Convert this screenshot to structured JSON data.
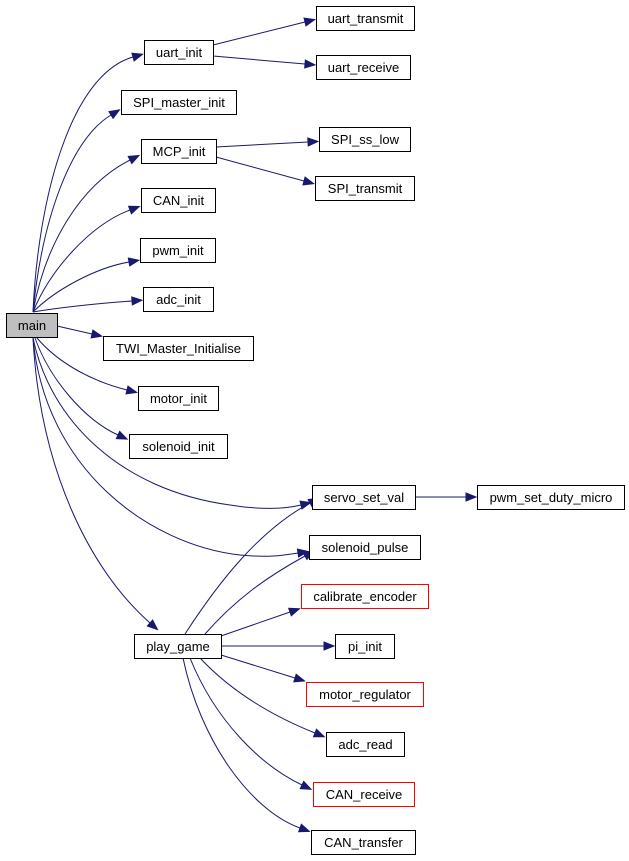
{
  "colors": {
    "edge": "#191970",
    "root_fill": "#bfbfbf",
    "node_border": "#000000",
    "incomplete_border": "#ff0000",
    "background": "#ffffff"
  },
  "nodes": [
    {
      "id": "main",
      "label": "main",
      "root": true
    },
    {
      "id": "uart_init",
      "label": "uart_init"
    },
    {
      "id": "uart_transmit",
      "label": "uart_transmit"
    },
    {
      "id": "uart_receive",
      "label": "uart_receive"
    },
    {
      "id": "SPI_master_init",
      "label": "SPI_master_init"
    },
    {
      "id": "MCP_init",
      "label": "MCP_init"
    },
    {
      "id": "SPI_ss_low",
      "label": "SPI_ss_low"
    },
    {
      "id": "SPI_transmit",
      "label": "SPI_transmit"
    },
    {
      "id": "CAN_init",
      "label": "CAN_init"
    },
    {
      "id": "pwm_init",
      "label": "pwm_init"
    },
    {
      "id": "adc_init",
      "label": "adc_init"
    },
    {
      "id": "TWI_Master_Initialise",
      "label": "TWI_Master_Initialise"
    },
    {
      "id": "motor_init",
      "label": "motor_init"
    },
    {
      "id": "solenoid_init",
      "label": "solenoid_init"
    },
    {
      "id": "servo_set_val",
      "label": "servo_set_val"
    },
    {
      "id": "pwm_set_duty_micro",
      "label": "pwm_set_duty_micro"
    },
    {
      "id": "solenoid_pulse",
      "label": "solenoid_pulse"
    },
    {
      "id": "play_game",
      "label": "play_game"
    },
    {
      "id": "calibrate_encoder",
      "label": "calibrate_encoder",
      "red": true
    },
    {
      "id": "pi_init",
      "label": "pi_init"
    },
    {
      "id": "motor_regulator",
      "label": "motor_regulator",
      "red": true
    },
    {
      "id": "adc_read",
      "label": "adc_read"
    },
    {
      "id": "CAN_receive",
      "label": "CAN_receive",
      "red": true
    },
    {
      "id": "CAN_transfer",
      "label": "CAN_transfer"
    }
  ],
  "edges": [
    [
      "main",
      "uart_init"
    ],
    [
      "uart_init",
      "uart_transmit"
    ],
    [
      "uart_init",
      "uart_receive"
    ],
    [
      "main",
      "SPI_master_init"
    ],
    [
      "main",
      "MCP_init"
    ],
    [
      "MCP_init",
      "SPI_ss_low"
    ],
    [
      "MCP_init",
      "SPI_transmit"
    ],
    [
      "main",
      "CAN_init"
    ],
    [
      "main",
      "pwm_init"
    ],
    [
      "main",
      "adc_init"
    ],
    [
      "main",
      "TWI_Master_Initialise"
    ],
    [
      "main",
      "motor_init"
    ],
    [
      "main",
      "solenoid_init"
    ],
    [
      "main",
      "servo_set_val"
    ],
    [
      "servo_set_val",
      "pwm_set_duty_micro"
    ],
    [
      "main",
      "solenoid_pulse"
    ],
    [
      "main",
      "play_game"
    ],
    [
      "play_game",
      "servo_set_val"
    ],
    [
      "play_game",
      "solenoid_pulse"
    ],
    [
      "play_game",
      "calibrate_encoder"
    ],
    [
      "play_game",
      "pi_init"
    ],
    [
      "play_game",
      "motor_regulator"
    ],
    [
      "play_game",
      "adc_read"
    ],
    [
      "play_game",
      "CAN_receive"
    ],
    [
      "play_game",
      "CAN_transfer"
    ]
  ]
}
